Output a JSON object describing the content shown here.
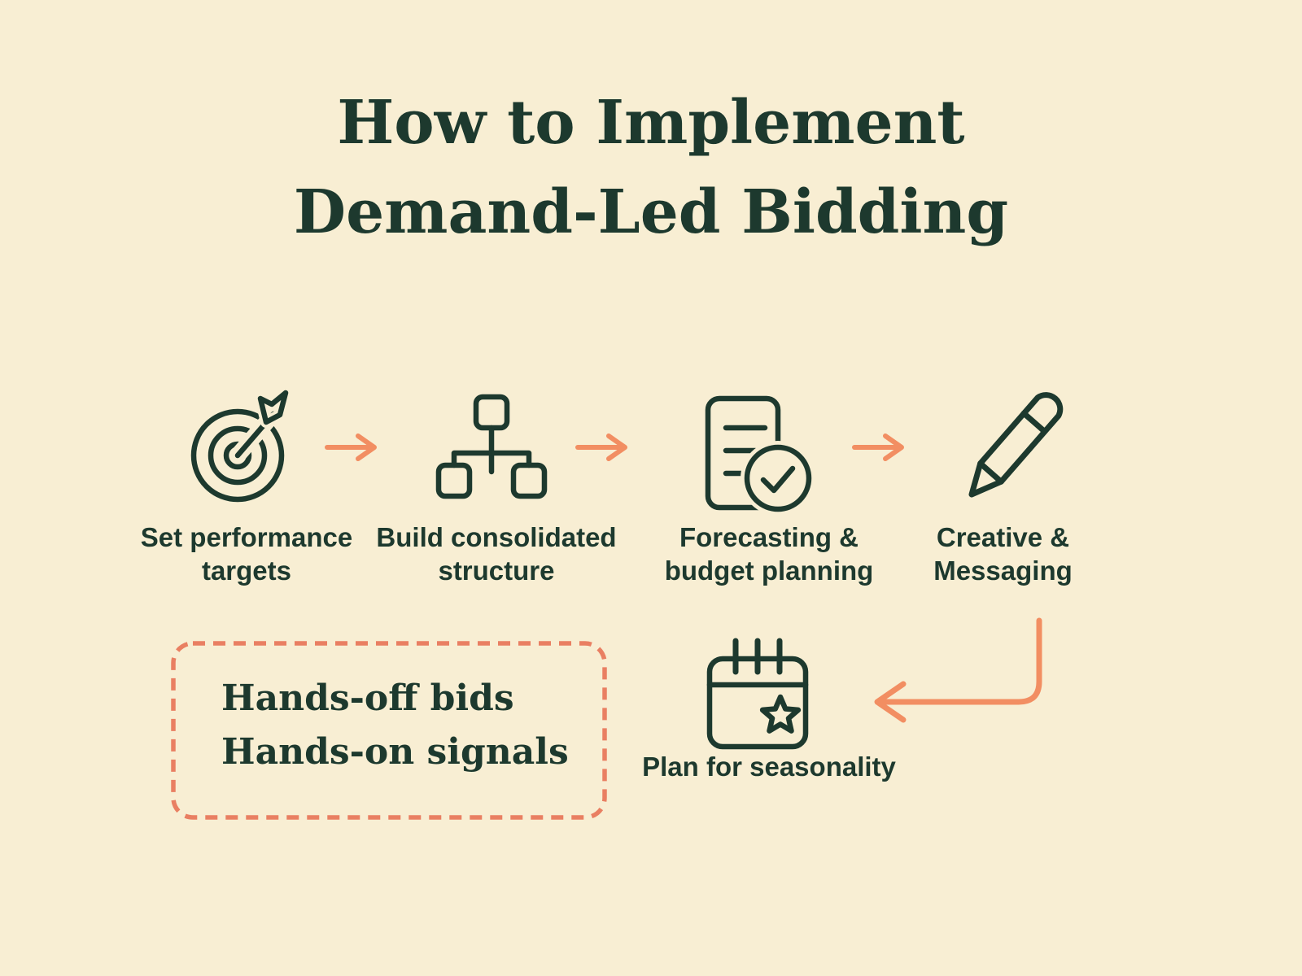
{
  "title": {
    "line1": "How to Implement",
    "line2": "Demand-Led Bidding"
  },
  "steps": [
    {
      "icon": "target-icon",
      "label": "Set performance targets"
    },
    {
      "icon": "hierarchy-icon",
      "label": "Build consolidated structure"
    },
    {
      "icon": "document-check-icon",
      "label": "Forecasting & budget planning"
    },
    {
      "icon": "pencil-icon",
      "label": "Creative & Messaging"
    },
    {
      "icon": "calendar-star-icon",
      "label": "Plan for seasonality"
    }
  ],
  "callout": {
    "line1": "Hands-off bids",
    "line2": "Hands-on signals"
  },
  "colors": {
    "background": "#f8eed3",
    "ink_green": "#1d392e",
    "arrow_orange": "#f28e62",
    "dash_coral": "#e97f62"
  }
}
